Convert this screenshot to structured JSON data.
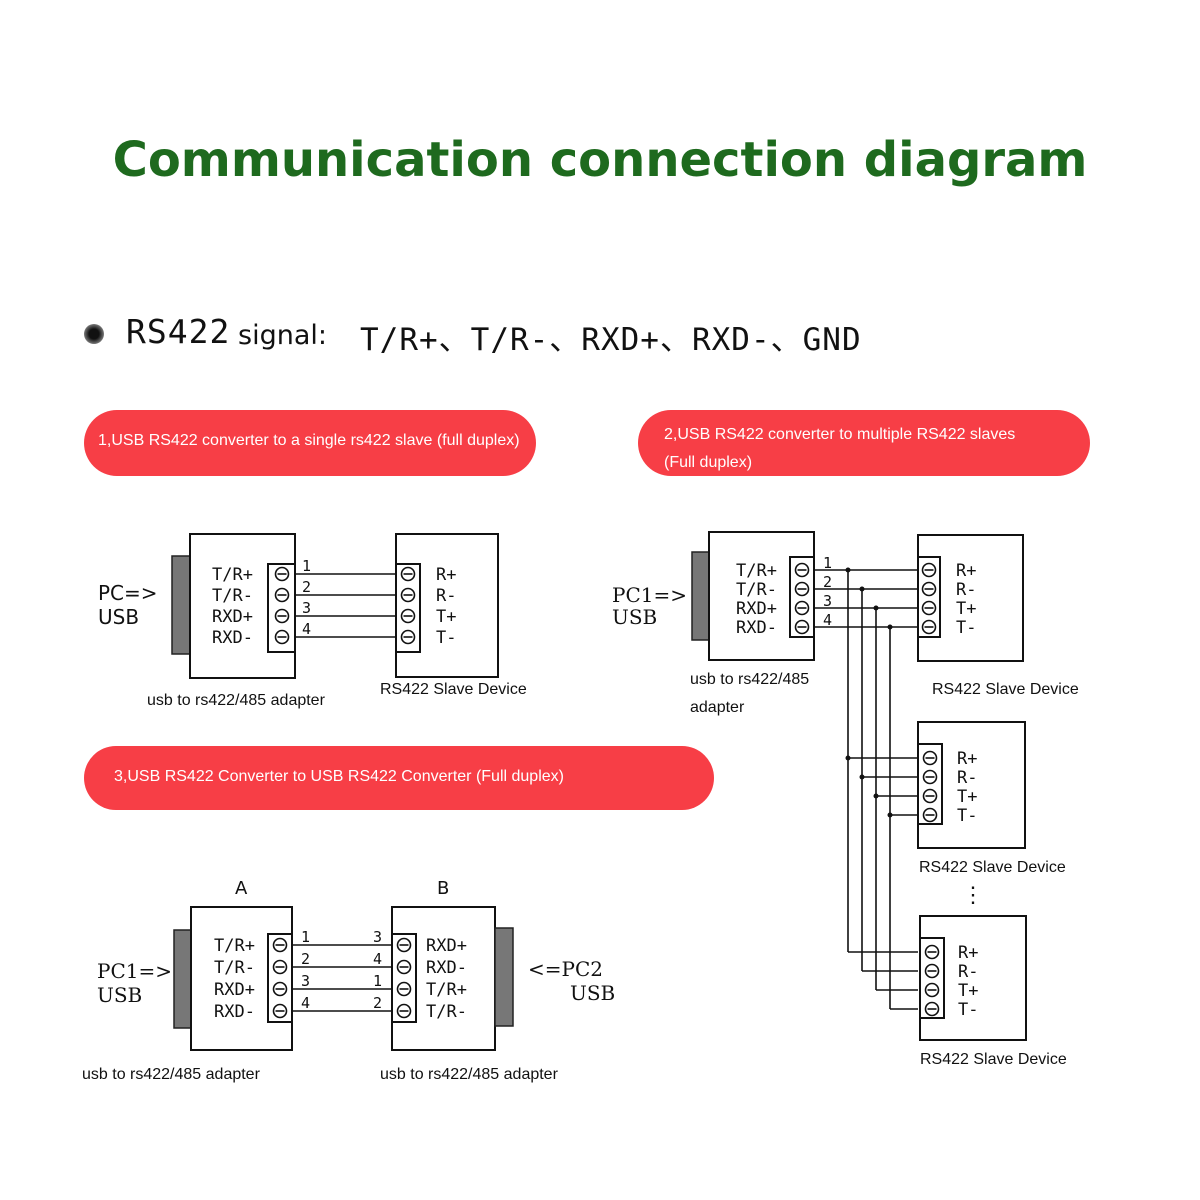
{
  "title": "Communication connection diagram",
  "signal": {
    "prefix": "RS422",
    "label": "signal:",
    "list": "T/R+、T/R-、RXD+、RXD-、GND"
  },
  "sections": {
    "s1": "1,USB RS422 converter to a single rs422 slave (full duplex)",
    "s2_line1": "2,USB RS422 converter to multiple RS422 slaves",
    "s2_line2": "(Full duplex)",
    "s3": "3,USB RS422 Converter to USB RS422 Converter  (Full duplex)"
  },
  "adapter_pins": [
    "T/R+",
    "T/R-",
    "RXD+",
    "RXD-"
  ],
  "slave_pins": [
    "R+",
    "R-",
    "T+",
    "T-"
  ],
  "b_pins": [
    "RXD+",
    "RXD-",
    "T/R+",
    "T/R-"
  ],
  "wire_numbers": [
    "1",
    "2",
    "3",
    "4"
  ],
  "b_wire_numbers": [
    "3",
    "4",
    "1",
    "2"
  ],
  "labels": {
    "pc_usb_1": "PC=>",
    "usb": "USB",
    "pc1": "PC1=>",
    "pc2": "<=PC2",
    "adapter": "usb to rs422/485 adapter",
    "adapter_l1": "usb to rs422/485",
    "adapter_l2": "adapter",
    "slave": "RS422 Slave Device",
    "A": "A",
    "B": "B",
    "ellipsis": "⋮"
  }
}
